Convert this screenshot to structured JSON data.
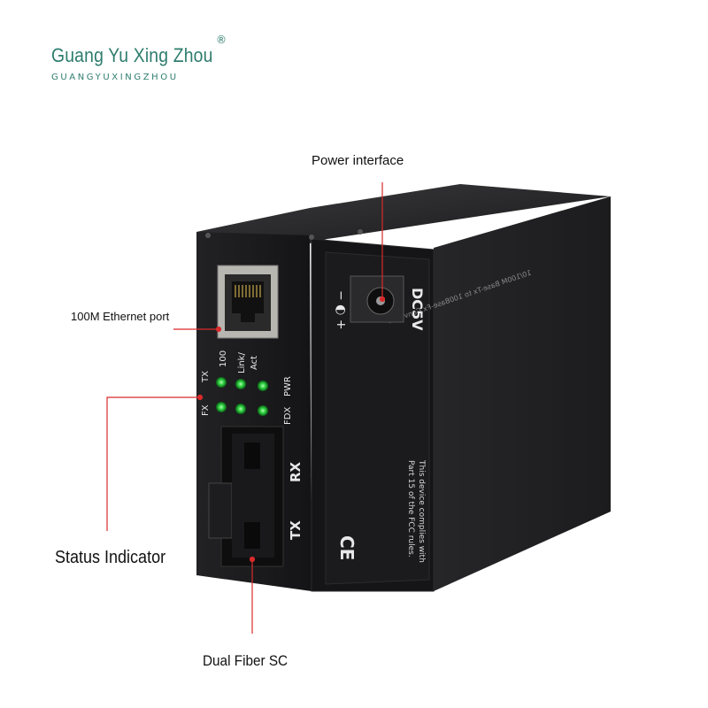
{
  "brand": {
    "name": "Guang Yu Xing Zhou",
    "subtitle": "GUANGYUXINGZHOU",
    "registered_mark": "®"
  },
  "callouts": {
    "power": "Power interface",
    "ethernet": "100M Ethernet port",
    "status": "Status Indicator",
    "fiber": "Dual Fiber SC"
  },
  "device": {
    "led_top_labels": [
      "TX",
      "100",
      "Link/\nAct"
    ],
    "led_bottom_labels": [
      "FX",
      "FDX",
      "PWR"
    ],
    "fiber_labels": [
      "RX",
      "TX"
    ],
    "power_label": "DC5V",
    "fcc_text": "This device complies with Part 15 of the FCC rules.",
    "ce_mark": "CE",
    "led_color": "#2ecc40",
    "accent_line_color": "#d92b2b"
  }
}
